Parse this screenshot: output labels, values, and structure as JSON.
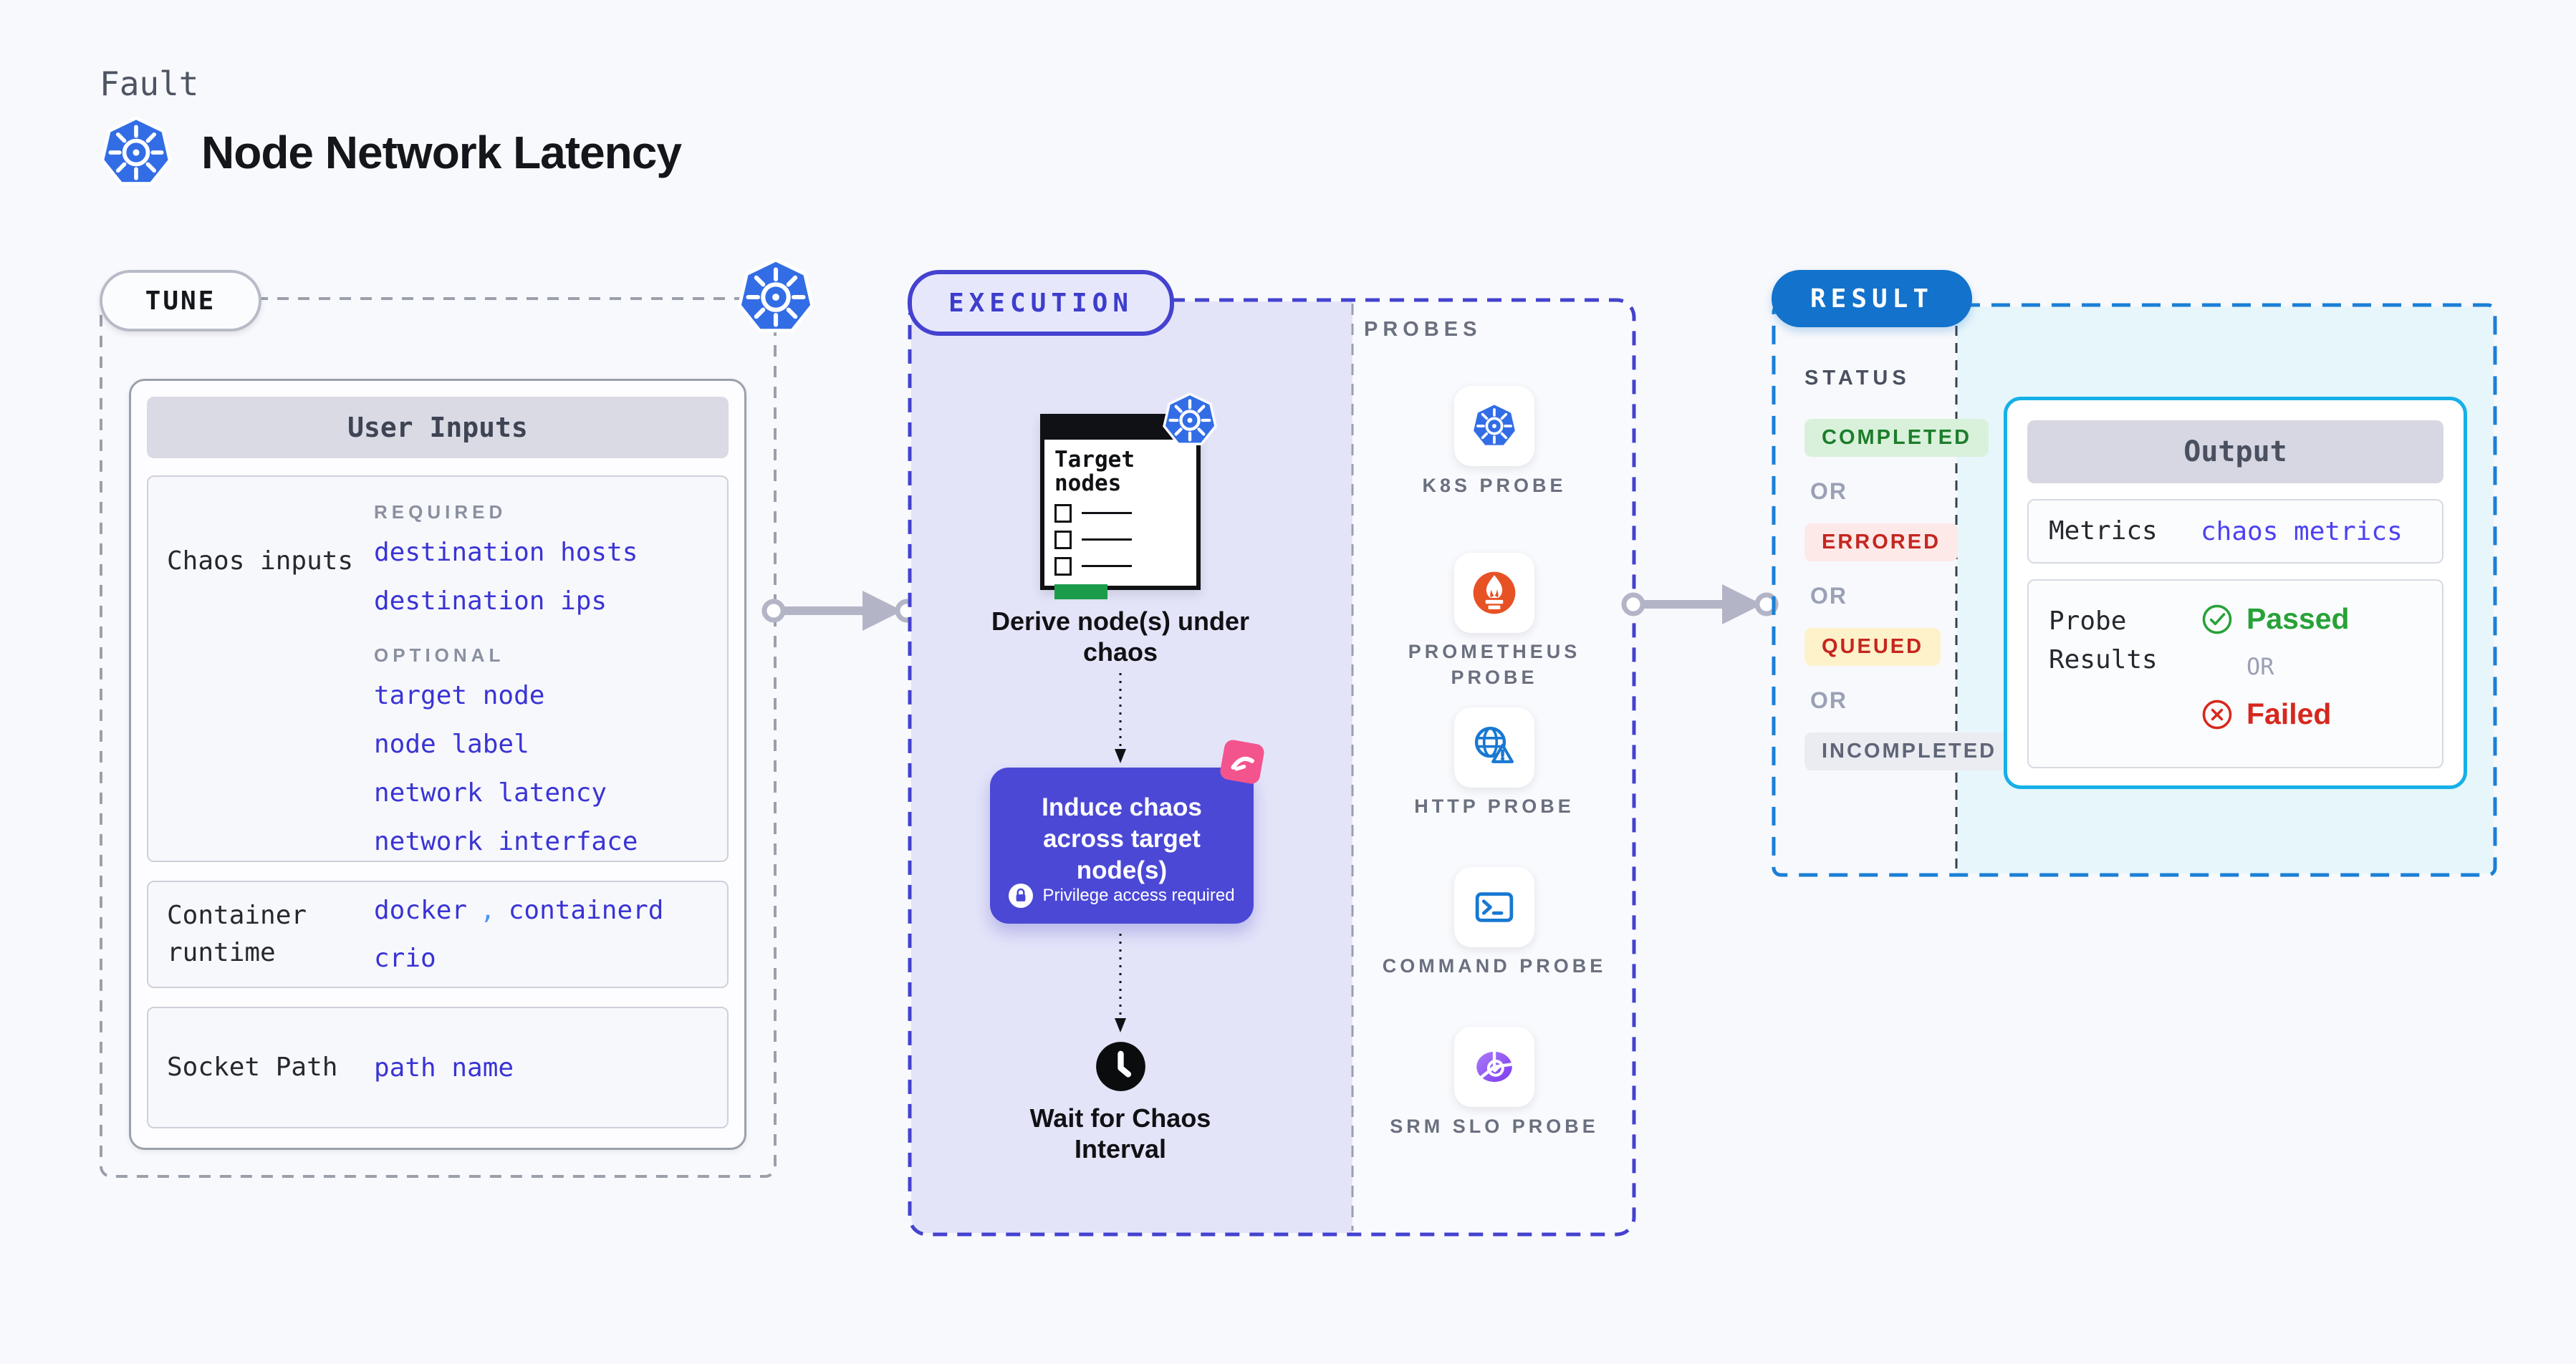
{
  "header": {
    "kicker": "Fault",
    "title": "Node Network Latency",
    "title_icon": "kubernetes-icon"
  },
  "tune": {
    "badge": "TUNE",
    "corner_icon": "kubernetes-icon",
    "user_inputs": {
      "header": "User Inputs",
      "chaos_inputs": {
        "label": "Chaos inputs",
        "required_label": "REQUIRED",
        "required": [
          "destination hosts",
          "destination ips"
        ],
        "optional_label": "OPTIONAL",
        "optional": [
          "target node",
          "node label",
          "network latency",
          "network interface"
        ]
      },
      "container_runtime": {
        "label": "Container runtime",
        "value_1": "docker",
        "separator": ",",
        "value_2": "containerd",
        "value_3": "crio"
      },
      "socket_path": {
        "label": "Socket Path",
        "value": "path name"
      }
    }
  },
  "execution": {
    "badge": "EXECUTION",
    "target_nodes": {
      "title": "Target nodes",
      "icon": "kubernetes-icon"
    },
    "derive_label": "Derive node(s) under chaos",
    "induce": {
      "label": "Induce chaos across target node(s)",
      "privilege_note": "Privilege access required",
      "lock_icon": "lock-icon",
      "sticker_icon": "litmus-chaos-icon"
    },
    "wait": {
      "label": "Wait for Chaos Interval",
      "icon": "clock-icon"
    }
  },
  "probes": {
    "label": "PROBES",
    "items": [
      {
        "name": "K8S PROBE",
        "icon": "kubernetes-icon"
      },
      {
        "name": "PROMETHEUS PROBE",
        "icon": "prometheus-icon"
      },
      {
        "name": "HTTP PROBE",
        "icon": "globe-warning-icon"
      },
      {
        "name": "COMMAND PROBE",
        "icon": "terminal-icon"
      },
      {
        "name": "SRM SLO PROBE",
        "icon": "slo-pie-check-icon"
      }
    ]
  },
  "result": {
    "badge": "RESULT",
    "status_label": "STATUS",
    "or_label": "OR",
    "statuses": [
      {
        "label": "COMPLETED",
        "text_color": "#1d7d2c",
        "bg_color": "#d9f1da"
      },
      {
        "label": "ERRORED",
        "text_color": "#c5261f",
        "bg_color": "#fde9e8"
      },
      {
        "label": "QUEUED",
        "text_color": "#c5261f",
        "bg_color": "#fdf2ca"
      },
      {
        "label": "INCOMPLETED",
        "text_color": "#5f6577",
        "bg_color": "#ebecf2"
      }
    ],
    "output": {
      "header": "Output",
      "metrics_label": "Metrics",
      "metrics_value": "chaos metrics",
      "probe_results_label": "Probe Results",
      "passed_label": "Passed",
      "or_label": "OR",
      "failed_label": "Failed",
      "passed_icon": "check-circle-icon",
      "failed_icon": "x-circle-icon"
    }
  },
  "colors": {
    "page_bg": "#f8f9fc",
    "dashed_gray": "#9aa0ab",
    "indigo": "#4442cf",
    "lavender_bg": "#e4e4f9",
    "induce_bg": "#4b48d6",
    "link_blue": "#3a34d4",
    "result_blue": "#1272cc",
    "result_dash": "#1b7fd6",
    "cyan_border": "#16b0e8",
    "cyan_bg": "#e7f6fb",
    "green": "#27a238",
    "red": "#d6281e",
    "arrow_gray": "#b3b5c7",
    "k8s_blue": "#326de6",
    "prometheus_orange": "#e75225",
    "http_blue": "#1878d2",
    "slo_purple": "#7c3bf0",
    "litmus_pink": "#f4548d",
    "target_green_bar": "#1b9c4a"
  }
}
